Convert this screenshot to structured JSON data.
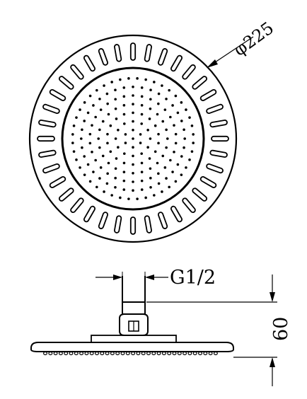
{
  "drawing": {
    "top_view": {
      "diameter_label": "φ225",
      "slot_count": 36,
      "nozzle_rings": [
        1,
        6,
        12,
        18,
        24,
        30,
        36,
        44
      ]
    },
    "side_view": {
      "thread_label": "G1/2",
      "height_label": "60"
    },
    "line_color": "#000000",
    "background_color": "#ffffff"
  }
}
